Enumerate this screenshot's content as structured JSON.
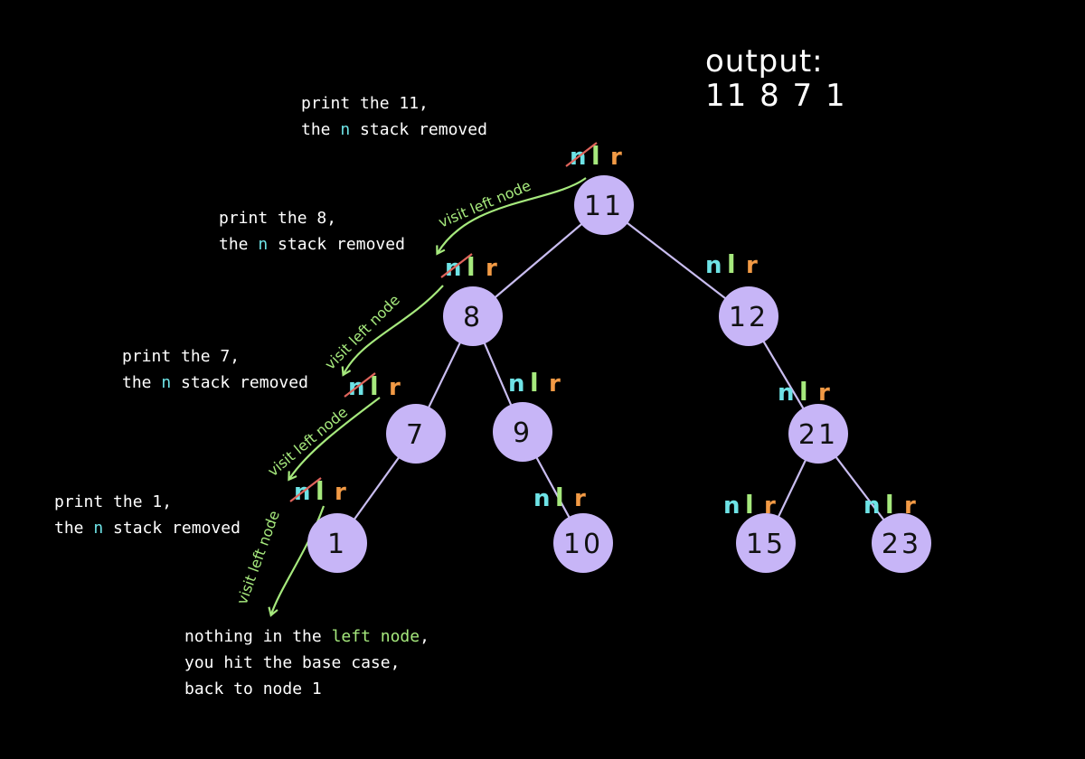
{
  "output": {
    "title": "output:",
    "values": "11 8 7 1"
  },
  "nodes": [
    {
      "id": "11",
      "label": "11"
    },
    {
      "id": "8",
      "label": "8"
    },
    {
      "id": "12",
      "label": "12"
    },
    {
      "id": "7",
      "label": "7"
    },
    {
      "id": "9",
      "label": "9"
    },
    {
      "id": "21",
      "label": "21"
    },
    {
      "id": "1",
      "label": "1"
    },
    {
      "id": "10",
      "label": "10"
    },
    {
      "id": "15",
      "label": "15"
    },
    {
      "id": "23",
      "label": "23"
    }
  ],
  "edges": [
    [
      "11",
      "8"
    ],
    [
      "11",
      "12"
    ],
    [
      "8",
      "7"
    ],
    [
      "8",
      "9"
    ],
    [
      "12",
      "21"
    ],
    [
      "7",
      "1"
    ],
    [
      "9",
      "10"
    ],
    [
      "21",
      "15"
    ],
    [
      "21",
      "23"
    ]
  ],
  "stack_labels": {
    "n": "n",
    "l": "l",
    "r": "r"
  },
  "arrow_label": {
    "visit_left": "visit left node"
  },
  "notes": {
    "note11": {
      "pre": "print the 11,",
      "line2_a": "the ",
      "line2_n": "n",
      "line2_b": " stack removed"
    },
    "note8": {
      "pre": "print the 8,",
      "line2_a": "the ",
      "line2_n": "n",
      "line2_b": " stack removed"
    },
    "note7": {
      "pre": "print the 7,",
      "line2_a": "the ",
      "line2_n": "n",
      "line2_b": " stack removed"
    },
    "note1": {
      "pre": "print the 1,",
      "line2_a": "the ",
      "line2_n": "n",
      "line2_b": " stack removed"
    },
    "base": {
      "line1_a": "nothing in the ",
      "line1_left": "left node",
      "line1_b": ",",
      "line2": "you hit the base case,",
      "line3": "back to node 1"
    }
  },
  "colors": {
    "node_fill": "#c7b5f7",
    "edge": "#c9bdf0",
    "n": "#6ee3e6",
    "l": "#a6e97d",
    "r": "#f29a45",
    "strike": "#e0655c",
    "arrow": "#a6e97d"
  }
}
